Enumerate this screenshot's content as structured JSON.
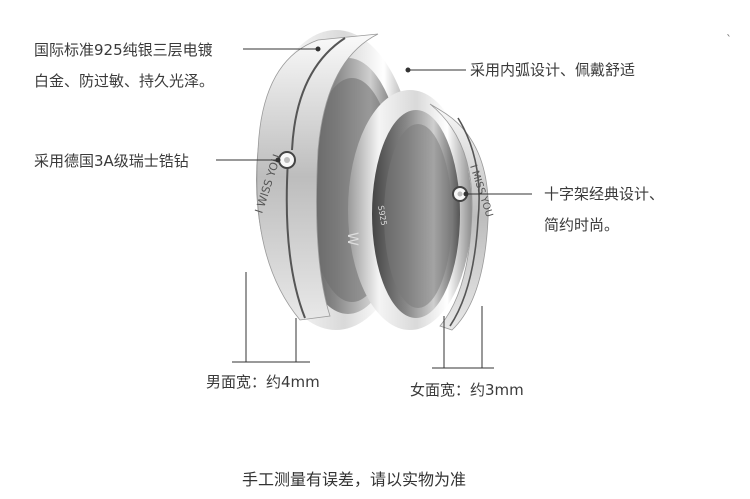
{
  "annotations": {
    "plating_line1": "国际标准925纯银三层电镀",
    "plating_line2": "白金、防过敏、持久光泽。",
    "inner_arc": "采用内弧设计、佩戴舒适",
    "diamond": "采用德国3A级瑞士锆钻",
    "cross_line1": "十字架经典设计、",
    "cross_line2": "简约时尚。",
    "men_width": "男面宽：约4mm",
    "women_width": "女面宽：约3mm"
  },
  "engraving": {
    "men_outer": "I  WISS  YOU",
    "women_outer": "I  MISS  YOU",
    "inner_925": "S925",
    "inner_w": "W"
  },
  "footer": "手工测量有误差，请以实物为准",
  "colors": {
    "silver_light": "#f4f4f4",
    "silver_mid": "#c9c9c9",
    "silver_dark": "#7a7a7a",
    "inner_dark": "#5a5a5a",
    "leader": "#333333"
  }
}
